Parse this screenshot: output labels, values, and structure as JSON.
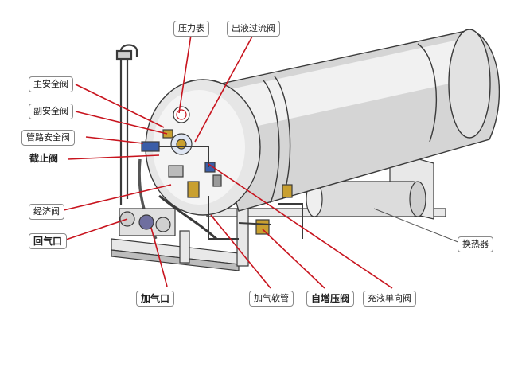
{
  "colors": {
    "leader_line": "#c8141e",
    "tank_body": "#d5d5d5",
    "tank_highlight": "#f1f1f1",
    "outline": "#3a3a3a",
    "gauge_red": "#c8141e",
    "valve_gold": "#c9a030",
    "valve_blue": "#3a5da8"
  },
  "labels": {
    "pressure_gauge": "压力表",
    "overflow_valve": "出液过流阀",
    "main_safety_valve": "主安全阀",
    "secondary_safety_valve": "副安全阀",
    "pipeline_safety_valve": "管路安全阀",
    "shutoff_valve": "截止阀",
    "economizer_valve": "经济阀",
    "return_gas_port": "回气口",
    "heat_exchanger": "换热器",
    "filling_port": "加气口",
    "filling_hose": "加气软管",
    "self_pressurizing_valve": "自增压阀",
    "liquid_check_valve": "充液单向阀"
  }
}
